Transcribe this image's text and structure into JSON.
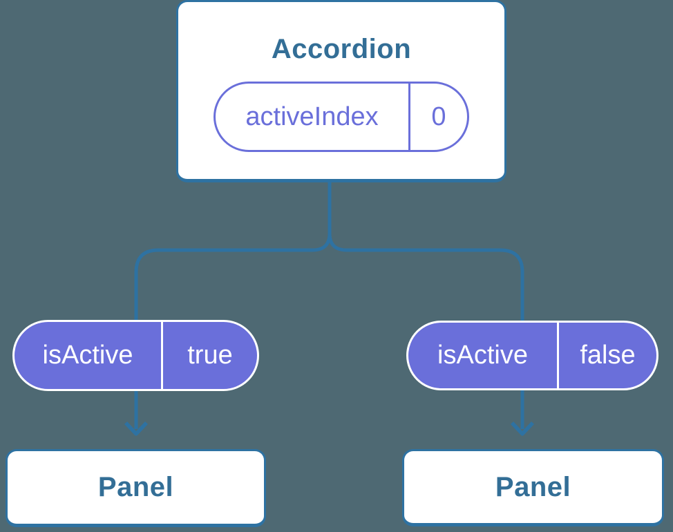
{
  "colors": {
    "background": "#4E6973",
    "line": "#2E72A2",
    "purple": "#6A6FDA",
    "heading": "#336E96",
    "card-bg": "#FFFFFF",
    "pill-text": "#FFFFFF"
  },
  "diagram": {
    "root": {
      "title": "Accordion",
      "state": {
        "name": "activeIndex",
        "value": "0"
      }
    },
    "children": [
      {
        "prop": {
          "name": "isActive",
          "value": "true"
        },
        "panel_label": "Panel"
      },
      {
        "prop": {
          "name": "isActive",
          "value": "false"
        },
        "panel_label": "Panel"
      }
    ]
  }
}
